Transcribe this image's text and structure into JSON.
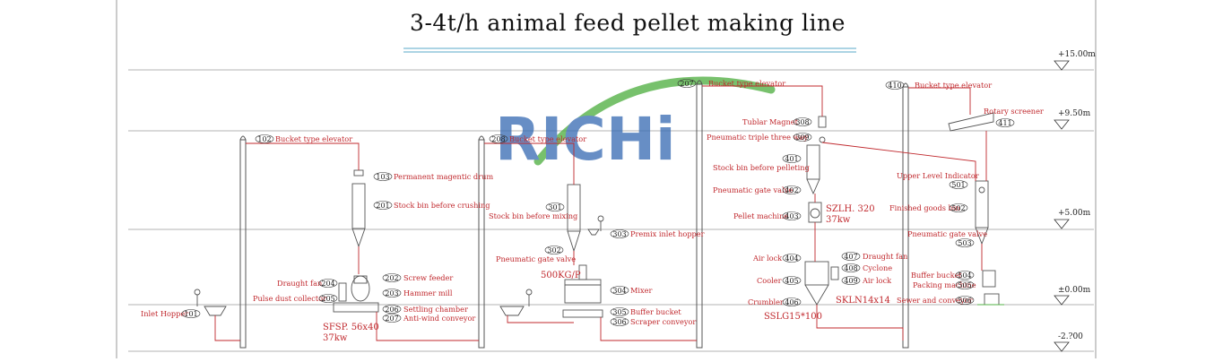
{
  "title": "3-4t/h animal feed pellet making line",
  "watermark": "RICHi",
  "levels": [
    {
      "id": "l15",
      "label": "+15.00m"
    },
    {
      "id": "l95",
      "label": "+9.50m"
    },
    {
      "id": "l5",
      "label": "+5.00m"
    },
    {
      "id": "l0",
      "label": "±0.00m"
    },
    {
      "id": "lm2",
      "label": "-2.?00"
    }
  ],
  "equipment": [
    {
      "id": "e101",
      "num": "101",
      "name": "Inlet Hopper"
    },
    {
      "id": "e102",
      "num": "102",
      "name": "Bucket type elevator"
    },
    {
      "id": "e103",
      "num": "103",
      "name": "Permanent magentic drum"
    },
    {
      "id": "e201",
      "num": "201",
      "name": "Stock bin before crushing"
    },
    {
      "id": "e204",
      "num": "204",
      "name": "Draught fan"
    },
    {
      "id": "e205",
      "num": "205",
      "name": "Pulse dust collector"
    },
    {
      "id": "e202",
      "num": "202",
      "name": "Screw feeder"
    },
    {
      "id": "e203",
      "num": "203",
      "name": "Hammer mill"
    },
    {
      "id": "e206",
      "num": "206",
      "name": "Settling chamber"
    },
    {
      "id": "e207",
      "num": "207",
      "name": "Anti-wind conveyor"
    },
    {
      "id": "e208",
      "num": "208",
      "name": "Bucket type elevator"
    },
    {
      "id": "e301",
      "num": "301",
      "name": "Stock bin before mixing"
    },
    {
      "id": "e302",
      "num": "302",
      "name": "Pneumatic gate valve"
    },
    {
      "id": "e303",
      "num": "303",
      "name": "Premix inlet hopper"
    },
    {
      "id": "e304",
      "num": "304",
      "name": "Mixer"
    },
    {
      "id": "e305",
      "num": "305",
      "name": "Buffer bucket"
    },
    {
      "id": "e306",
      "num": "306",
      "name": "Scraper conveyor"
    },
    {
      "id": "e207b",
      "num": "207",
      "name": "Bucket type elevator"
    },
    {
      "id": "e308",
      "num": "308",
      "name": "Tublar Magnet"
    },
    {
      "id": "e309",
      "num": "309",
      "name": "Pneumatic triple three way"
    },
    {
      "id": "e401",
      "num": "401",
      "name": "Stock bin before pelleting"
    },
    {
      "id": "e402",
      "num": "402",
      "name": "Pneumatic gate valve"
    },
    {
      "id": "e403",
      "num": "403",
      "name": "Pellet machine"
    },
    {
      "id": "e404",
      "num": "404",
      "name": "Air lock"
    },
    {
      "id": "e405",
      "num": "405",
      "name": "Cooler"
    },
    {
      "id": "e406",
      "num": "406",
      "name": "Crumbler"
    },
    {
      "id": "e407",
      "num": "407",
      "name": "Draught fan"
    },
    {
      "id": "e408",
      "num": "408",
      "name": "Cyclone"
    },
    {
      "id": "e409",
      "num": "409",
      "name": "Air lock"
    },
    {
      "id": "e410",
      "num": "410",
      "name": "Bucket type elevator"
    },
    {
      "id": "e411",
      "num": "411",
      "name": "Rotary screener"
    },
    {
      "id": "e501",
      "num": "501",
      "name": "Upper Level Indicator"
    },
    {
      "id": "e502",
      "num": "502",
      "name": "Finished goods bin"
    },
    {
      "id": "e503",
      "num": "503",
      "name": "Pneumatic gate valve"
    },
    {
      "id": "e504",
      "num": "504",
      "name": "Buffer bucket"
    },
    {
      "id": "e505",
      "num": "505",
      "name": "Packing machine"
    },
    {
      "id": "e506",
      "num": "506",
      "name": "Sewer and conveyor"
    }
  ],
  "specs": {
    "hammer_mill_model": "SFSP. 56x40",
    "hammer_mill_power": "37kw",
    "mixer_capacity": "500KG/P",
    "pellet_model": "SZLH. 320",
    "pellet_power": "37kw",
    "cooler_model": "SKLN14x14",
    "crumbler_model": "SSLG15*100"
  },
  "colors": {
    "line": "#c0282d",
    "structure": "#555555",
    "watermark_blue": "#3d6fb5",
    "watermark_green": "#52b044"
  }
}
